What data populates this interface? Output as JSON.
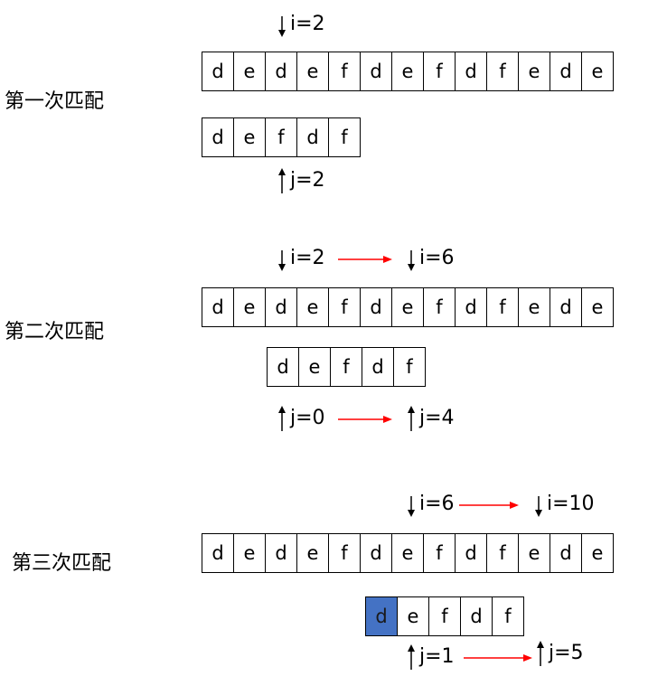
{
  "stages": [
    {
      "label": "第一次匹配",
      "text": [
        "d",
        "e",
        "d",
        "e",
        "f",
        "d",
        "e",
        "f",
        "d",
        "f",
        "e",
        "d",
        "e"
      ],
      "pattern": [
        "d",
        "e",
        "f",
        "d",
        "f"
      ],
      "i_before": "i=2",
      "j_before": "j=2"
    },
    {
      "label": "第二次匹配",
      "text": [
        "d",
        "e",
        "d",
        "e",
        "f",
        "d",
        "e",
        "f",
        "d",
        "f",
        "e",
        "d",
        "e"
      ],
      "pattern": [
        "d",
        "e",
        "f",
        "d",
        "f"
      ],
      "i_before": "i=2",
      "i_after": "i=6",
      "j_before": "j=0",
      "j_after": "j=4"
    },
    {
      "label": "第三次匹配",
      "text": [
        "d",
        "e",
        "d",
        "e",
        "f",
        "d",
        "e",
        "f",
        "d",
        "f",
        "e",
        "d",
        "e"
      ],
      "pattern": [
        "d",
        "e",
        "f",
        "d",
        "f"
      ],
      "highlighted_pattern_index": 0,
      "i_before": "i=6",
      "i_after": "i=10",
      "j_before": "j=1",
      "j_after": "j=5"
    }
  ],
  "colors": {
    "transition_arrow": "#ff0000",
    "highlight": "#4472c4",
    "border": "#000000"
  }
}
